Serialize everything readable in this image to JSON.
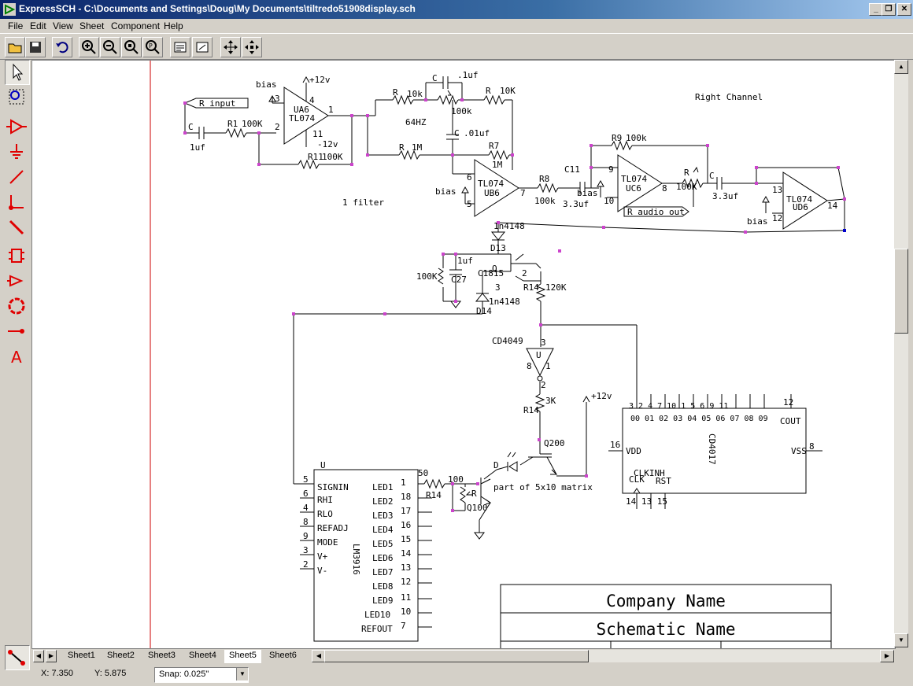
{
  "window": {
    "title": "ExpressSCH - C:\\Documents and Settings\\Doug\\My Documents\\tiltredo51908display.sch",
    "minimize": "_",
    "restore": "❐",
    "close": "✕"
  },
  "menu": [
    "File",
    "Edit",
    "View",
    "Sheet",
    "Component",
    "Help"
  ],
  "toolbar_icons": [
    "open-folder-icon",
    "save-icon",
    "undo-icon",
    "zoom-in-icon",
    "zoom-out-icon",
    "zoom-area-icon",
    "zoom-fit-icon",
    "sheet-properties-icon",
    "component-properties-icon",
    "pan-icon",
    "move-icon"
  ],
  "tool_icons": [
    "pointer-icon",
    "zoom-select-icon",
    "component-icon",
    "ground-icon",
    "wire-icon",
    "junction-wire-icon",
    "bus-icon",
    "chip-icon",
    "port-icon",
    "circle-icon",
    "pin-icon",
    "text-icon"
  ],
  "tabs": [
    "Sheet1",
    "Sheet2",
    "Sheet3",
    "Sheet4",
    "Sheet5",
    "Sheet6"
  ],
  "active_tab": "Sheet5",
  "status": {
    "x": "X: 7.350",
    "y": "Y: 5.875",
    "snap_label": "Snap:",
    "snap_value": "0.025\""
  },
  "schematic": {
    "labels": {
      "bias1": "bias",
      "r_input": "R input",
      "plus12_1": "+12v",
      "ua6": "UA6",
      "tl074_1": "TL074",
      "minus12": "-12v",
      "c_top": "C",
      "r1": "R1",
      "r1v": "100K",
      "c_1uf": "1uf",
      "r11": "R11",
      "r11v": "100K",
      "p3": "3",
      "p4": "4",
      "p1": "1",
      "p2": "2",
      "p11": "11",
      "r10k_a": "R",
      "r10k_av": "10k",
      "c_top2": "C",
      "c_1uf2": ".1uf",
      "r_top": "R",
      "r_top_v": "10K",
      "pot100k": "100k",
      "hz": "64HZ",
      "c01": "C",
      "c01v": ".01uf",
      "r1m": "R",
      "r1mv": "1M",
      "r7": "R7",
      "r7v": "1M",
      "ub6": "UB6",
      "tl074_2": "TL074",
      "bias2": "bias",
      "p6": "6",
      "p5": "5",
      "p7": "7",
      "r8": "R8",
      "r8v": "100k",
      "c11": "C11",
      "c11v": "3.3uf",
      "bias3": "bias",
      "r9": "R9",
      "r9v": "100k",
      "uc6": "UC6",
      "tl074_3": "TL074",
      "p9": "9",
      "p10": "10",
      "p8": "8",
      "r100k": "R",
      "r100kv": "100K",
      "r_audio": "R audio out",
      "c3": "C",
      "c3v": "3.3uf",
      "ud6": "UD6",
      "tl074_4": "TL074",
      "p13": "13",
      "p12": "12",
      "p14": "14",
      "bias4": "bias",
      "right_channel": "Right Channel",
      "filter": "1 filter",
      "d13": "D13",
      "d13v": "1n4148",
      "c27": "C27",
      "c27v": "1uf",
      "r100k2": "100K",
      "q_c1815": "C1815",
      "q_q": "Q",
      "q2": "2",
      "q3": "3",
      "r14a": "R14",
      "r14av": "120K",
      "d14": "D14",
      "d14v": "1n4148",
      "cd4049": "CD4049",
      "u_inv": "U",
      "inv3": "3",
      "inv8": "8",
      "inv1": "1",
      "inv2": "2",
      "r14b": "R14",
      "r14bv": "3K",
      "plus12_2": "+12v",
      "q200": "Q200",
      "cd4017": "CD4017",
      "outs": "00 01 02 03 04 05 06 07 08 09",
      "pins_top": "3  2  4  7  10  1  5  6  9  11",
      "p12b": "12",
      "cout": "COUT",
      "p16": "16",
      "vdd": "VDD",
      "vss": "VSS",
      "p8b": "8",
      "clkinh": "CLKINH",
      "clk": "CLK",
      "rst": "RST",
      "pins_bot": "14 13 15",
      "lm3916": "LM3916",
      "u_lm": "U",
      "signin": "SIGNIN",
      "rhi": "RHI",
      "rlo": "RLO",
      "refadj": "REFADJ",
      "mode": "MODE",
      "vplus": "V+",
      "vminus": "V-",
      "lp5": "5",
      "lp6": "6",
      "lp4": "4",
      "lp8": "8",
      "lp9": "9",
      "lp3": "3",
      "lp2": "2",
      "led1": "LED1",
      "led2": "LED2",
      "led3": "LED3",
      "led4": "LED4",
      "led5": "LED5",
      "led6": "LED6",
      "led7": "LED7",
      "led8": "LED8",
      "led9": "LED9",
      "led10": "LED10",
      "refout": "REFOUT",
      "rp1": "1",
      "rp18": "18",
      "rp17": "17",
      "rp16": "16",
      "rp15": "15",
      "rp14": "14",
      "rp13": "13",
      "rp12": "12",
      "rp11": "11",
      "rp10": "10",
      "rp7": "7",
      "r14c": "R14",
      "r14cv": "50",
      "r100": "100",
      "r_pot": "R",
      "q100": "Q100",
      "d_led": "D",
      "matrix": "part of 5x10 matrix"
    },
    "title_block": {
      "company": "Company Name",
      "schematic_name": "Schematic Name"
    }
  },
  "colors": {
    "wire": "#000000",
    "node": "#cc44cc",
    "margin_line": "#cc0000",
    "tool_red": "#e00000",
    "title_bar": "#0a246a"
  }
}
